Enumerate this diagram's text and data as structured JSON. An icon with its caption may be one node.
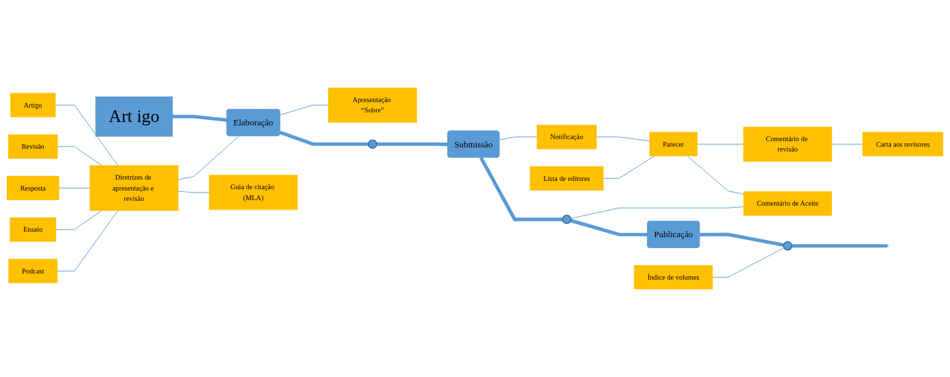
{
  "diagram": {
    "nodes": [
      {
        "text": [
          "Artigo"
        ]
      },
      {
        "text": [
          "Revisão"
        ]
      },
      {
        "text": [
          "Resposta"
        ]
      },
      {
        "text": [
          "Ensaio"
        ]
      },
      {
        "text": [
          "Podcast"
        ]
      },
      {
        "text": [
          "Apresentação “Sobre”"
        ]
      },
      {
        "text": [
          "Diretrizes de apresentação e revisão"
        ]
      },
      {
        "text": [
          "Guia de citação (MLA)"
        ]
      },
      {
        "text": [
          "Índice de volumes"
        ]
      },
      {
        "text": [
          "Art igo"
        ]
      },
      {
        "text": [
          "Elaboração"
        ]
      },
      {
        "text": [],
        "shape": "circle"
      },
      {
        "text": [
          "Submissão"
        ]
      },
      {
        "text": [],
        "shape": "circle"
      },
      {
        "text": [
          "Publicação"
        ]
      },
      {
        "text": [],
        "shape": "circle"
      },
      {
        "text": [
          "Notificação"
        ]
      },
      {
        "text": [
          "Comentário de Aceite"
        ]
      },
      {
        "text": [
          "Lista de editores"
        ]
      },
      {
        "text": [
          "Parecer"
        ]
      },
      {
        "text": [
          "Comentário de revisão"
        ]
      },
      {
        "text": [
          "Carta aos revisores"
        ]
      }
    ],
    "edges": [
      {
        "from": 9,
        "to": 10,
        "arrow": "none",
        "style": "thick"
      },
      {
        "from": 10,
        "to": 11,
        "arrow": "none",
        "style": "thick"
      },
      {
        "from": 11,
        "to": 12,
        "arrow": "none",
        "style": "thick"
      },
      {
        "from": 12,
        "to": 13,
        "arrow": "none",
        "style": "thick"
      },
      {
        "from": 13,
        "to": 14,
        "arrow": "none",
        "style": "thick"
      },
      {
        "from": 14,
        "to": 15,
        "arrow": "none",
        "style": "thick"
      },
      {
        "from": 15,
        "to": null,
        "arrow": "to",
        "style": "thick"
      },
      {
        "from": 0,
        "to": 6,
        "arrow": "none"
      },
      {
        "from": 1,
        "to": 6,
        "arrow": "none"
      },
      {
        "from": 2,
        "to": 6,
        "arrow": "none"
      },
      {
        "from": 3,
        "to": 6,
        "arrow": "none"
      },
      {
        "from": 4,
        "to": 6,
        "arrow": "none"
      },
      {
        "from": 6,
        "to": 7,
        "arrow": "none"
      },
      {
        "from": 10,
        "to": 5,
        "arrow": "none"
      },
      {
        "from": 6,
        "to": 10,
        "arrow": "none"
      },
      {
        "from": 8,
        "to": 15,
        "arrow": "none"
      },
      {
        "from": 12,
        "to": 16,
        "arrow": "none"
      },
      {
        "from": 16,
        "to": 19,
        "arrow": "none"
      },
      {
        "from": 18,
        "to": 19,
        "arrow": "none"
      },
      {
        "from": 19,
        "to": 17,
        "arrow": "none"
      },
      {
        "from": 19,
        "to": 20,
        "arrow": "none"
      },
      {
        "from": 13,
        "to": 17,
        "arrow": "none"
      },
      {
        "from": 20,
        "to": 21,
        "arrow": "none"
      }
    ]
  }
}
